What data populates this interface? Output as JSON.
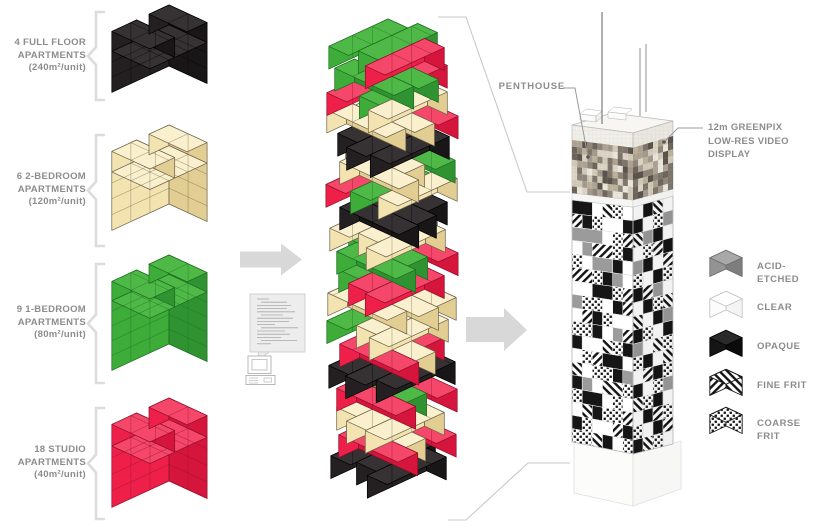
{
  "palette": {
    "black": {
      "top": "#363233",
      "left": "#242021",
      "right": "#191617",
      "stroke": "#000000"
    },
    "cream": {
      "top": "#faf0cd",
      "left": "#f2e3b0",
      "right": "#e2cd92",
      "stroke": "#6b6149"
    },
    "green": {
      "top": "#4eb947",
      "left": "#3dac39",
      "right": "#2e9330",
      "stroke": "#1e6b20"
    },
    "red": {
      "top": "#f4476a",
      "left": "#ee2049",
      "right": "#d5153c",
      "stroke": "#8f0f2b"
    },
    "arrow": "#d8d8d8",
    "bracket": "#dcdcdc",
    "label_text": "#8c8c8c",
    "leader_line": "#c9c9c9",
    "facade": {
      "white": "#ffffff",
      "gray": "#9b9b9b",
      "black": "#161616"
    },
    "mosaic": [
      "#cfc6b4",
      "#9b9083",
      "#72695d",
      "#b7ab92",
      "#e9e5db",
      "#a89a89",
      "#857b6e",
      "#60584e",
      "#d9d2c2",
      "#4a443c"
    ]
  },
  "left_panel": {
    "groups": [
      {
        "id": "full-floor",
        "color": "black",
        "rows": 4,
        "lines": [
          "4 FULL FLOOR",
          "APARTMENTS",
          "(240m²/unit)"
        ]
      },
      {
        "id": "2-bedroom",
        "color": "cream",
        "rows": 5,
        "lines": [
          "6 2-BEDROOM",
          "APARTMENTS",
          "(120m²/unit)"
        ]
      },
      {
        "id": "1-bedroom",
        "color": "green",
        "rows": 6,
        "lines": [
          "9 1-BEDROOM",
          "APARTMENTS",
          "(80m²/unit)"
        ]
      },
      {
        "id": "studio",
        "color": "red",
        "rows": 5,
        "lines": [
          "18 STUDIO",
          "APARTMENTS",
          "(40m²/unit)"
        ]
      }
    ]
  },
  "middle_tower": {
    "layers": [
      {
        "o": "y",
        "c": [
          "green",
          "green",
          "red"
        ],
        "s": [
          0.2,
          -0.3,
          0.35
        ]
      },
      {
        "o": "x",
        "c": [
          "red",
          "green",
          "green"
        ],
        "s": [
          -0.2,
          0.35,
          0.1
        ]
      },
      {
        "o": "y",
        "c": [
          "red",
          "green",
          "cream"
        ],
        "s": [
          0.3,
          -0.35,
          0.2
        ]
      },
      {
        "o": "x",
        "c": [
          "red",
          "cream",
          "cream"
        ],
        "s": [
          0.35,
          0.15,
          -0.3
        ]
      },
      {
        "o": "y",
        "c": [
          "black",
          "black",
          "black"
        ],
        "s": [
          -0.25,
          0.3,
          0.1
        ]
      },
      {
        "o": "x",
        "c": [
          "green",
          "cream",
          "cream"
        ],
        "s": [
          0.2,
          -0.35,
          0.35
        ]
      },
      {
        "o": "y",
        "c": [
          "red",
          "green",
          "cream"
        ],
        "s": [
          0.35,
          0.1,
          -0.3
        ]
      },
      {
        "o": "x",
        "c": [
          "black",
          "black",
          "black"
        ],
        "s": [
          -0.2,
          0.25,
          0.35
        ]
      },
      {
        "o": "y",
        "c": [
          "cream",
          "cream",
          "cream"
        ],
        "s": [
          0.15,
          -0.3,
          0.3
        ]
      },
      {
        "o": "x",
        "c": [
          "red",
          "green",
          "green"
        ],
        "s": [
          0.35,
          -0.2,
          0.2
        ]
      },
      {
        "o": "y",
        "c": [
          "green",
          "red",
          "red"
        ],
        "s": [
          -0.3,
          0.2,
          0.35
        ]
      },
      {
        "o": "x",
        "c": [
          "cream",
          "cream",
          "cream"
        ],
        "s": [
          0.25,
          0.35,
          -0.25
        ]
      },
      {
        "o": "y",
        "c": [
          "green",
          "cream",
          "cream"
        ],
        "s": [
          0.3,
          -0.2,
          0.15
        ]
      },
      {
        "o": "x",
        "c": [
          "red",
          "cream",
          "red"
        ],
        "s": [
          -0.35,
          0.2,
          0.35
        ]
      },
      {
        "o": "y",
        "c": [
          "black",
          "black",
          "black"
        ],
        "s": [
          0.2,
          0.35,
          -0.2
        ]
      },
      {
        "o": "x",
        "c": [
          "red",
          "green",
          "red"
        ],
        "s": [
          0.3,
          -0.25,
          0.2
        ]
      },
      {
        "o": "y",
        "c": [
          "cream",
          "cream",
          "cream"
        ],
        "s": [
          -0.2,
          0.3,
          0.35
        ]
      },
      {
        "o": "x",
        "c": [
          "red",
          "cream",
          "red"
        ],
        "s": [
          0.25,
          -0.3,
          0.3
        ]
      },
      {
        "o": "y",
        "c": [
          "black",
          "black",
          "black"
        ],
        "s": [
          0.1,
          -0.2,
          0.25
        ]
      }
    ]
  },
  "right_tower": {
    "penthouse_label": "PENTHOUSE",
    "display_label_line1": "12m GREENPIX",
    "display_label_line2": "LOW-RES VIDEO DISPLAY",
    "facade_left_rows": [
      "B2 W1 F1 C1 W1",
      "F1 B1 C1 W2 B1",
      "G3 W1 C1 F1",
      "W1 G1 F2 C1 B1",
      "C1 W1 G2 B1 W1",
      "F2 C1 B1 G1 W1",
      "W2 B2 C1 F1",
      "G1 C2 W1 B1 F1",
      "W1 F1 B1 C1 W2",
      "C2 B1 W1 G1 F1",
      "B1 W2 F1 C1 B1",
      "W1 C1 F1 B2 W1",
      "F1 W1 C2 B1 G1",
      "B1 G1 W1 F2 C1",
      "C1 B2 W1 C1 W1",
      "W1 F1 B1 C2 F1",
      "B1 C1 W2 F1 B1",
      "C2 F1 B1 W1 C1"
    ],
    "facade_right_rows": [
      "W1 B1 F1 W1",
      "B1 W1 C1 G1",
      "F1 G1 B1 W1",
      "W1 C1 F1 B1",
      "G1 B1 W1 F1",
      "C1 W1 B1 C1",
      "B1 F1 G1 W1",
      "W1 B1 C1 F1",
      "F1 W1 B1 G1",
      "B1 C1 W1 B1",
      "G1 W1 F1 C1",
      "C1 B1 W1 F1",
      "W1 F1 B1 C1",
      "B1 W1 C1 G1",
      "F1 C1 B1 W1",
      "W1 B1 F1 C1",
      "C1 W1 B1 F1",
      "B1 F1 C1 W1"
    ]
  },
  "legend": {
    "items": [
      {
        "label": "ACID-ETCHED",
        "finish": "acid"
      },
      {
        "label": "CLEAR",
        "finish": "clear"
      },
      {
        "label": "OPAQUE",
        "finish": "opaque"
      },
      {
        "label": "FINE FRIT",
        "finish": "fine"
      },
      {
        "label": "COARSE FRIT",
        "finish": "coarse"
      }
    ]
  }
}
